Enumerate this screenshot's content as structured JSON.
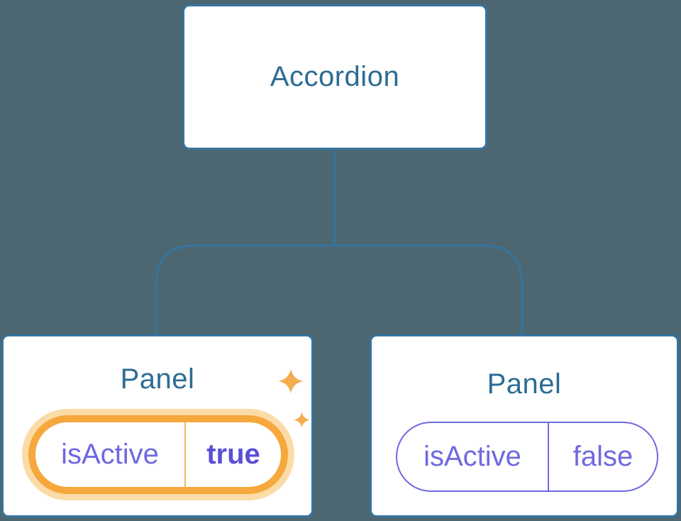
{
  "diagram": {
    "type": "component-state-tree",
    "root": {
      "label": "Accordion"
    },
    "panels": [
      {
        "title": "Panel",
        "state": {
          "name": "isActive",
          "value": "true"
        },
        "highlighted": true,
        "icon": "sparkles-icon"
      },
      {
        "title": "Panel",
        "state": {
          "name": "isActive",
          "value": "false"
        },
        "highlighted": false
      }
    ],
    "colors": {
      "background": "#4C6772",
      "node_fill": "#FFFFFF",
      "node_stroke": "#35749F",
      "node_text": "#2D6C94",
      "state_text": "#6E69E0",
      "state_value_active_text": "#5A50D6",
      "highlight_ring": "#F6A83D",
      "highlight_glow": "#FBDCA8",
      "sparkle": "#F3AC4E"
    }
  }
}
